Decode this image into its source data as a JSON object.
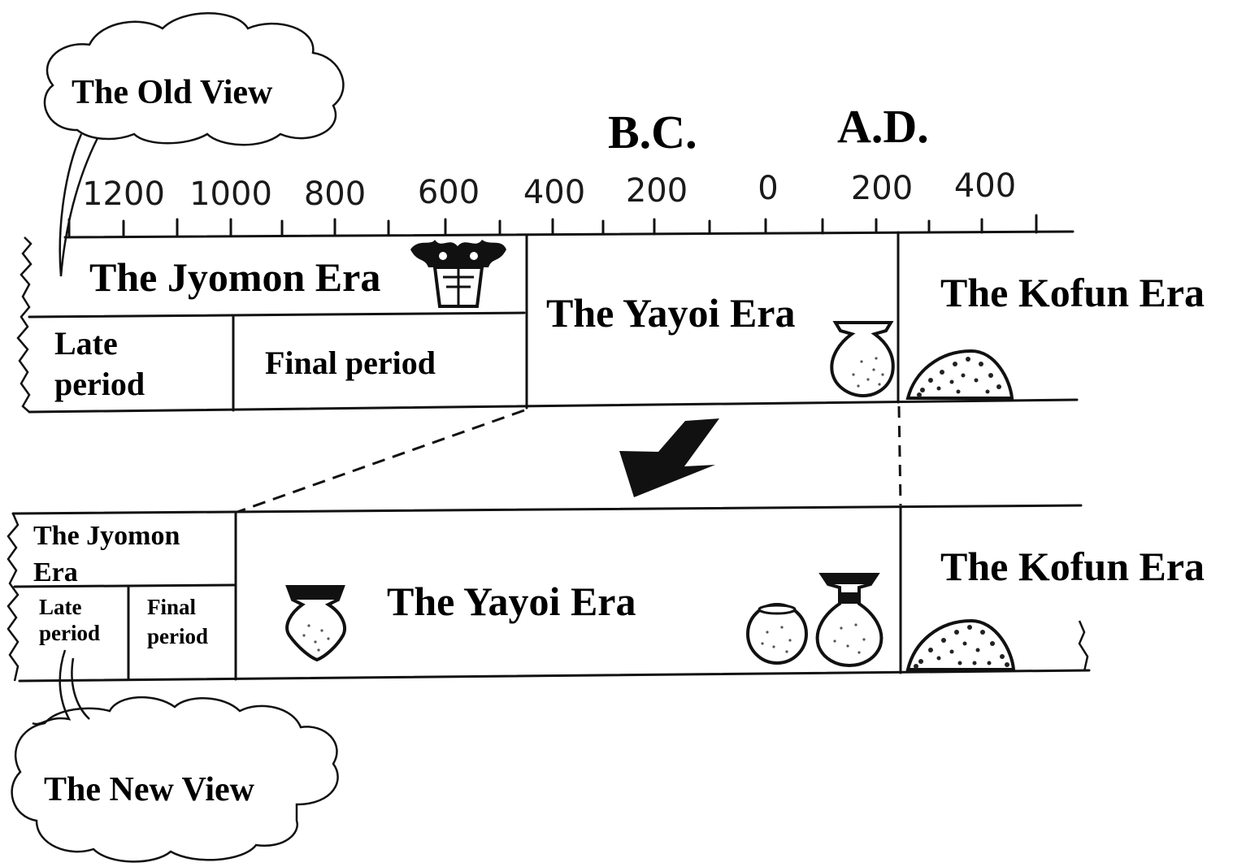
{
  "labels": {
    "bc": "B.C.",
    "ad": "A.D."
  },
  "axis": {
    "ticks": [
      "1200",
      "1000",
      "800",
      "600",
      "400",
      "200",
      "0",
      "200",
      "400"
    ]
  },
  "old_view": {
    "callout": "The Old View",
    "jyomon_era": "The Jyomon Era",
    "late_period": [
      "Late",
      "period"
    ],
    "final_period": "Final period",
    "yayoi_era": "The Yayoi Era",
    "kofun_era": "The Kofun Era"
  },
  "new_view": {
    "callout": "The New View",
    "jyomon_era": [
      "The Jyomon",
      "Era"
    ],
    "late_period": [
      "Late",
      "period"
    ],
    "final_period": [
      "Final",
      "period"
    ],
    "yayoi_era": "The Yayoi Era",
    "kofun_era": "The Kofun Era"
  },
  "icons": {
    "jyomon_pot": "flame-pot-icon",
    "yayoi_jar": "jar-icon",
    "kofun_mound": "burial-mound-icon",
    "transition_arrow": "arrow-down-left-icon"
  }
}
